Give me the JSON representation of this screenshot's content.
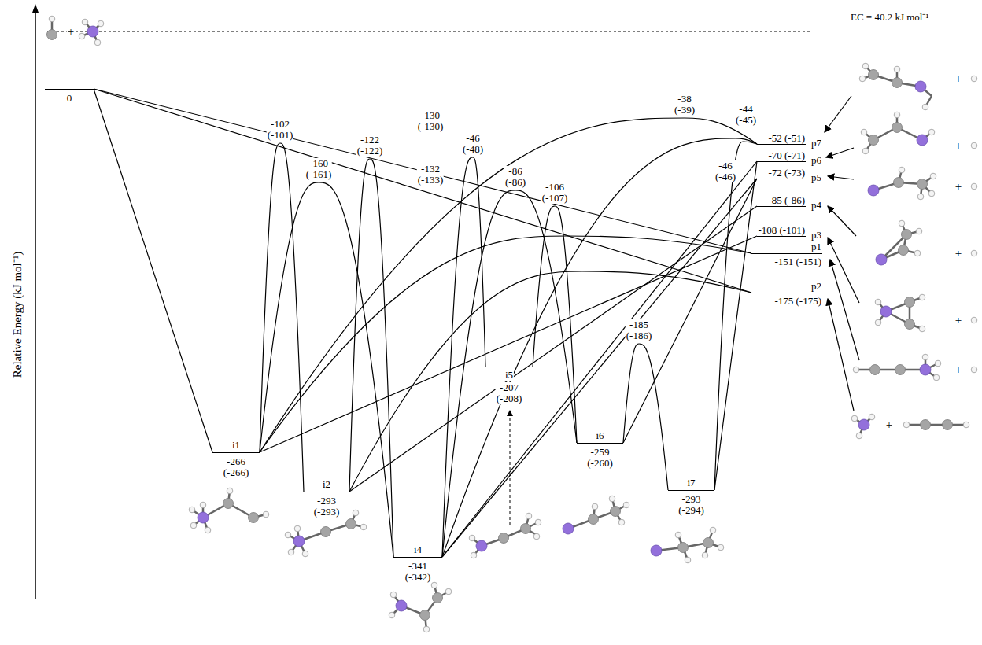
{
  "diagram": {
    "nodes": [
      {
        "text": [
          "0"
        ]
      },
      {
        "text": [
          "i1",
          "-266 (-266)"
        ]
      },
      {
        "text": [
          "i2",
          "-293 (-293)"
        ]
      },
      {
        "text": [
          "i4",
          "-341 (-342)"
        ]
      },
      {
        "text": [
          "i5",
          "-207 (-208)"
        ]
      },
      {
        "text": [
          "i6",
          "-259 (-260)"
        ]
      },
      {
        "text": [
          "i7",
          "-293 (-294)"
        ]
      },
      {
        "text": [
          "-52 (-51)",
          "p7"
        ]
      },
      {
        "text": [
          "-70 (-71)",
          "p6"
        ]
      },
      {
        "text": [
          "-72 (-73)",
          "p5"
        ]
      },
      {
        "text": [
          "-85 (-86)",
          "p4"
        ]
      },
      {
        "text": [
          "-108 (-101)",
          "p3"
        ]
      },
      {
        "text": [
          "-151 (-151)",
          "p1"
        ]
      },
      {
        "text": [
          "-175 (-175)",
          "p2"
        ]
      }
    ],
    "edges": [
      {
        "from": 0,
        "to": 1,
        "arrow": "none"
      },
      {
        "from": 0,
        "to": 12,
        "arrow": "none"
      },
      {
        "from": 0,
        "to": 13,
        "arrow": "none"
      },
      {
        "from": 1,
        "to": 2,
        "label": "-102 (-101)",
        "arrow": "none"
      },
      {
        "from": 1,
        "to": 3,
        "label": "-160 (-161)",
        "arrow": "none"
      },
      {
        "from": 1,
        "to": 12,
        "label": "-130 (-130)",
        "arrow": "none"
      },
      {
        "from": 2,
        "to": 13,
        "label": "-132 (-133)",
        "arrow": "none"
      },
      {
        "from": 2,
        "to": 3,
        "label": "-122 (-122)",
        "arrow": "none"
      },
      {
        "from": 3,
        "to": 4,
        "label": "-46 (-48)",
        "arrow": "none"
      },
      {
        "from": 3,
        "to": 5,
        "label": "-86 (-86)",
        "arrow": "none"
      },
      {
        "from": 4,
        "to": 5,
        "label": "-106 (-107)",
        "arrow": "none"
      },
      {
        "from": 1,
        "to": 7,
        "label": "-38 (-39)",
        "arrow": "none"
      },
      {
        "from": 5,
        "to": 6,
        "label": "-185 (-186)",
        "arrow": "none"
      },
      {
        "from": 6,
        "to": 7,
        "label": "-46 (-46)",
        "arrow": "none"
      },
      {
        "from": 3,
        "to": 7,
        "label": "-44 (-45)",
        "arrow": "none"
      },
      {
        "from": 3,
        "to": 8,
        "arrow": "none"
      },
      {
        "from": 3,
        "to": 9,
        "arrow": "none"
      },
      {
        "from": 2,
        "to": 10,
        "arrow": "none"
      },
      {
        "from": 5,
        "to": 9,
        "arrow": "none"
      },
      {
        "from": 6,
        "to": 8,
        "arrow": "none"
      },
      {
        "from": 1,
        "to": 11,
        "arrow": "none"
      }
    ],
    "labels": [
      "Relative Energy (kJ mol⁻¹)",
      "EC = 40.2 kJ mol⁻¹",
      "+",
      "+",
      "+",
      "+",
      "+",
      "+",
      "+",
      "+",
      "+"
    ]
  }
}
